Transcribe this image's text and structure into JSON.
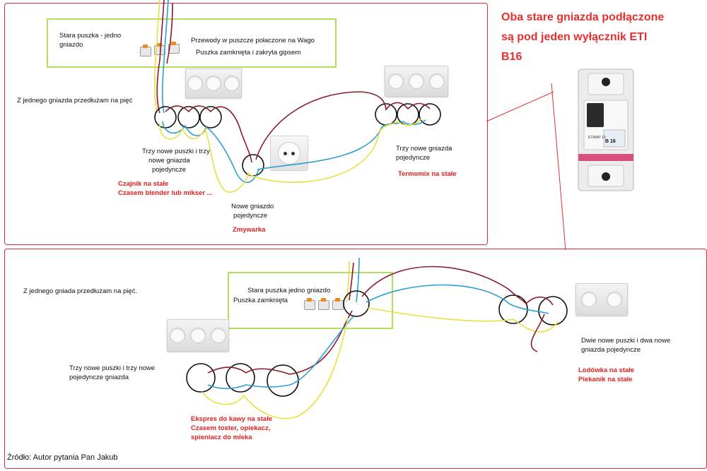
{
  "title_note": {
    "line1": "Oba stare gniazda podłączone",
    "line2": "są pod jeden wyłącznik ETI",
    "line3": "B16"
  },
  "breaker": {
    "brand": "ETIMAT 10",
    "rating": "B 16"
  },
  "top": {
    "old_box": {
      "line1": "Stara puszka - jedno",
      "line2": "gniazdo"
    },
    "box_note": {
      "line1": "Przewody w puszcze połaczone na Wago",
      "line2": "Puszka zamknięta i zakryta gipsem"
    },
    "extend_note": "Z jednego gniazda przedłużam na pięć",
    "left_group": {
      "line1": "Trzy nowe puszki i trzy",
      "line2": "nowe gniazda",
      "line3": "pojedyncze"
    },
    "left_use": {
      "line1": "Czajnik na stałe",
      "line2": "Czasem blender lub mikser ..."
    },
    "middle_group": {
      "line1": "Nowe gniazdo",
      "line2": "pojedyncze"
    },
    "middle_use": "Zmywarka",
    "right_group": {
      "line1": "Trzy nowe gniazda",
      "line2": "pojedyncze"
    },
    "right_use": "Termomix  na stałe"
  },
  "bottom": {
    "extend_note": "Z jednego gniada przedłużam na pięć.",
    "box_note": {
      "line1": "Stara puszka jedno gniazdo",
      "line2": "Puszka zamknięta"
    },
    "left_group": {
      "line1": "Trzy nowe puszki i trzy nowe",
      "line2": "pojedyncze gniazda"
    },
    "left_use": {
      "line1": "Ekspres do kawy  na stałe",
      "line2": "Czasem toster, opiekacz,",
      "line3": "spieniacz do mleka"
    },
    "right_group": {
      "line1": "Dwie nowe puszki i dwa nowe",
      "line2": "gniazda pojedyncze"
    },
    "right_use": {
      "line1": "Lodówka na stałe",
      "line2": "Piekanik na stałe"
    }
  },
  "source": "Źródło: Autor pytania Pan Jakub",
  "colors": {
    "live": "#8b1a2b",
    "neutral": "#2a9fd8",
    "earth": "#e8e040",
    "panel_border": "#d63040",
    "box_border": "#b7dd5c"
  }
}
